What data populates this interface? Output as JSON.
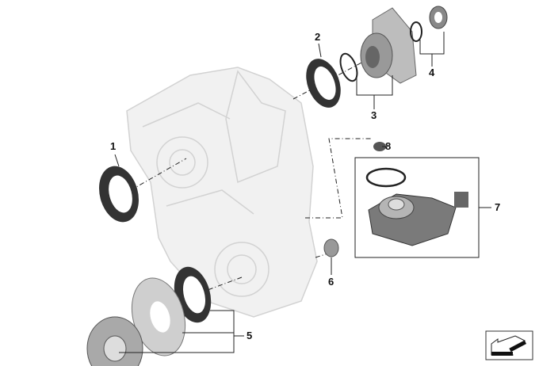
{
  "diagram": {
    "callouts": [
      {
        "label": "1",
        "part": "shaft-seal"
      },
      {
        "label": "2",
        "part": "shaft-seal"
      },
      {
        "label": "3",
        "part": "flange-with-o-ring"
      },
      {
        "label": "4",
        "part": "seal-with-o-ring"
      },
      {
        "label": "5",
        "part": "seal-set"
      },
      {
        "label": "6",
        "part": "plug"
      },
      {
        "label": "7",
        "part": "actuator-with-o-ring"
      },
      {
        "label": "8",
        "part": "plug"
      }
    ]
  }
}
